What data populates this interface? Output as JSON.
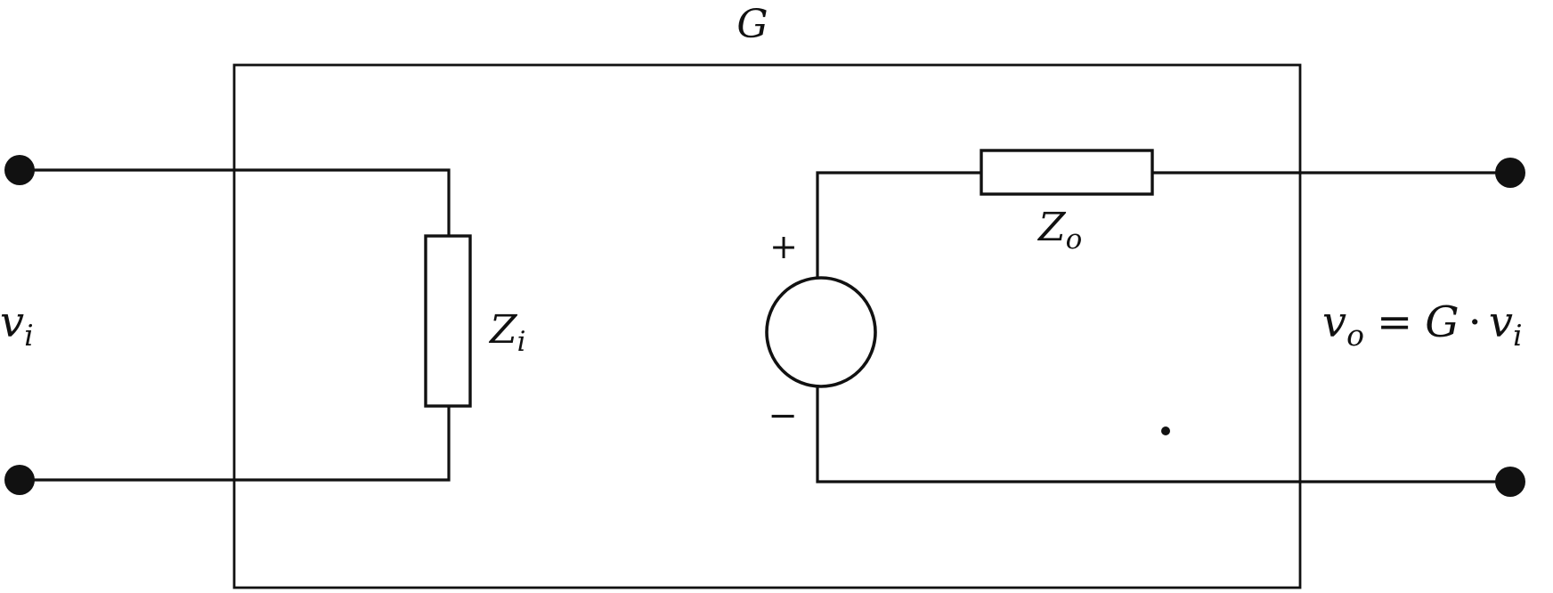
{
  "labels": {
    "block_name": "G",
    "input_voltage": {
      "symbol": "v",
      "subscript": "i"
    },
    "input_impedance": {
      "symbol": "Z",
      "subscript": "i"
    },
    "output_impedance": {
      "symbol": "Z",
      "subscript": "o"
    },
    "output_voltage": {
      "symbol": "v",
      "subscript": "o",
      "equals": "=",
      "gain": "G",
      "dot": "·",
      "input_symbol": "v",
      "input_subscript": "i"
    },
    "source_plus": "+",
    "source_minus": "−"
  },
  "colors": {
    "line": "#111111",
    "background": "#ffffff"
  }
}
